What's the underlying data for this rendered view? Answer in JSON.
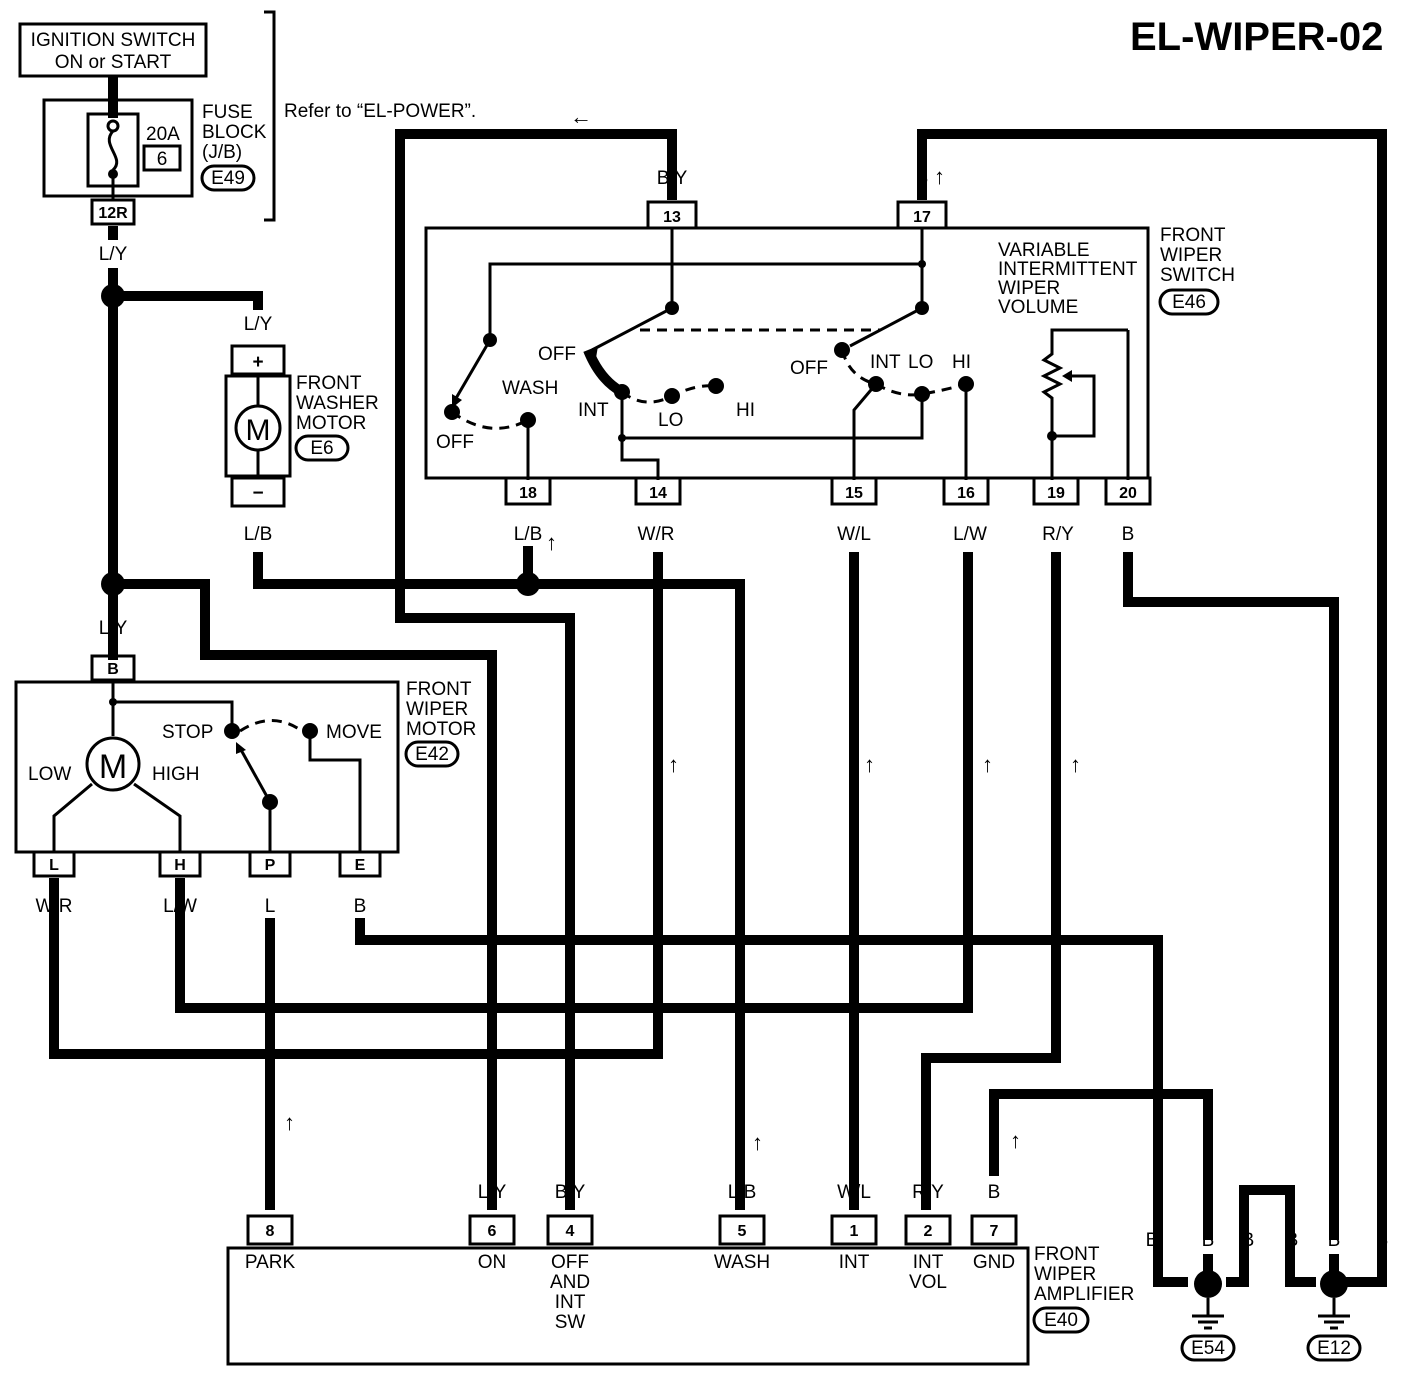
{
  "title": "EL-WIPER-02",
  "ignition_switch": {
    "line1": "IGNITION SWITCH",
    "line2": "ON or START"
  },
  "fuse": {
    "amps": "20A",
    "number": "6",
    "connector_pin": "12R",
    "label_lines": [
      "FUSE",
      "BLOCK",
      "(J/B)"
    ],
    "connector": "E49",
    "refer_note": "Refer to “EL-POWER”."
  },
  "washer_motor": {
    "label_lines": [
      "FRONT",
      "WASHER",
      "MOTOR"
    ],
    "connector": "E6",
    "plus": "+",
    "minus": "−",
    "symbol": "M"
  },
  "wiper_motor": {
    "label_lines": [
      "FRONT",
      "WIPER",
      "MOTOR"
    ],
    "connector": "E42",
    "symbol": "M",
    "low": "LOW",
    "high": "HIGH",
    "stop": "STOP",
    "move": "MOVE",
    "pins": [
      "B",
      "L",
      "H",
      "P",
      "E"
    ]
  },
  "wiper_switch": {
    "label_lines": [
      "FRONT",
      "WIPER",
      "SWITCH"
    ],
    "connector": "E46",
    "volume_lines": [
      "VARIABLE",
      "INTERMITTENT",
      "WIPER",
      "VOLUME"
    ],
    "pins": [
      "13",
      "17",
      "18",
      "14",
      "15",
      "16",
      "19",
      "20"
    ],
    "positions": {
      "off_a": "OFF",
      "wash": "WASH",
      "off_b": "OFF",
      "int_a": "INT",
      "lo_a": "LO",
      "hi_a": "HI",
      "off_c": "OFF",
      "int_b": "INT",
      "lo_b": "LO",
      "hi_b": "HI"
    }
  },
  "amplifier": {
    "label_lines": [
      "FRONT",
      "WIPER",
      "AMPLIFIER"
    ],
    "connector": "E40",
    "pins": [
      {
        "pin": "8",
        "wire": "L",
        "name_lines": [
          "PARK"
        ]
      },
      {
        "pin": "6",
        "wire": "L/Y",
        "name_lines": [
          "ON"
        ]
      },
      {
        "pin": "4",
        "wire": "B/Y",
        "name_lines": [
          "OFF",
          "AND",
          "INT",
          "SW"
        ]
      },
      {
        "pin": "5",
        "wire": "L/B",
        "name_lines": [
          "WASH"
        ]
      },
      {
        "pin": "1",
        "wire": "W/L",
        "name_lines": [
          "INT"
        ]
      },
      {
        "pin": "2",
        "wire": "R/Y",
        "name_lines": [
          "INT",
          "VOL"
        ]
      },
      {
        "pin": "7",
        "wire": "B",
        "name_lines": [
          "GND"
        ]
      }
    ]
  },
  "wire_colors": {
    "ly": "L/Y",
    "lb": "L/B",
    "by": "B/Y",
    "b": "B",
    "wr": "W/R",
    "wl": "W/L",
    "lw": "L/W",
    "ry": "R/Y",
    "l": "L"
  },
  "grounds": {
    "left": "E54",
    "right": "E12",
    "wire": "B"
  },
  "arrow_glyph": "↑",
  "left_arrow_glyph": "←"
}
